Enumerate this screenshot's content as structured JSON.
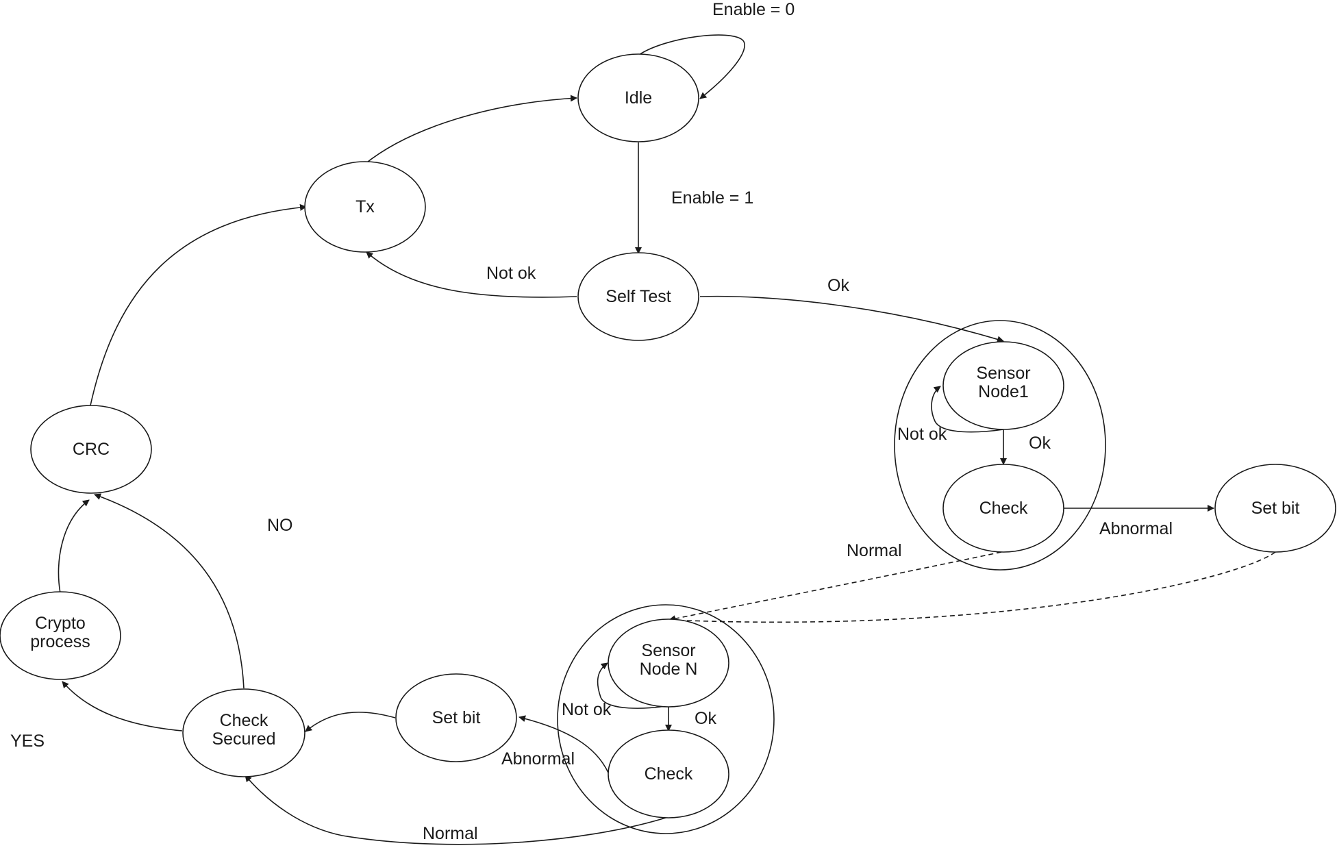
{
  "nodes": {
    "idle": [
      "Idle"
    ],
    "tx": [
      "Tx"
    ],
    "self_test": [
      "Self Test"
    ],
    "crc": [
      "CRC"
    ],
    "sensor_node1": [
      "Sensor",
      "Node1"
    ],
    "check1": [
      "Check"
    ],
    "set_bit1": [
      "Set bit"
    ],
    "sensor_node_n": [
      "Sensor",
      "Node N"
    ],
    "check_n": [
      "Check"
    ],
    "set_bit2": [
      "Set bit"
    ],
    "check_secured": [
      "Check",
      "Secured"
    ],
    "crypto_process": [
      "Crypto",
      "process"
    ]
  },
  "edge_labels": {
    "enable0": "Enable = 0",
    "enable1": "Enable = 1",
    "not_ok_selftest": "Not ok",
    "ok_selftest": "Ok",
    "not_ok_node1": "Not ok",
    "ok_node1": "Ok",
    "abnormal1": "Abnormal",
    "normal1": "Normal",
    "not_ok_nodeN": "Not ok",
    "ok_nodeN": "Ok",
    "abnormal2": "Abnormal",
    "normal2": "Normal",
    "no": "NO",
    "yes": "YES"
  }
}
